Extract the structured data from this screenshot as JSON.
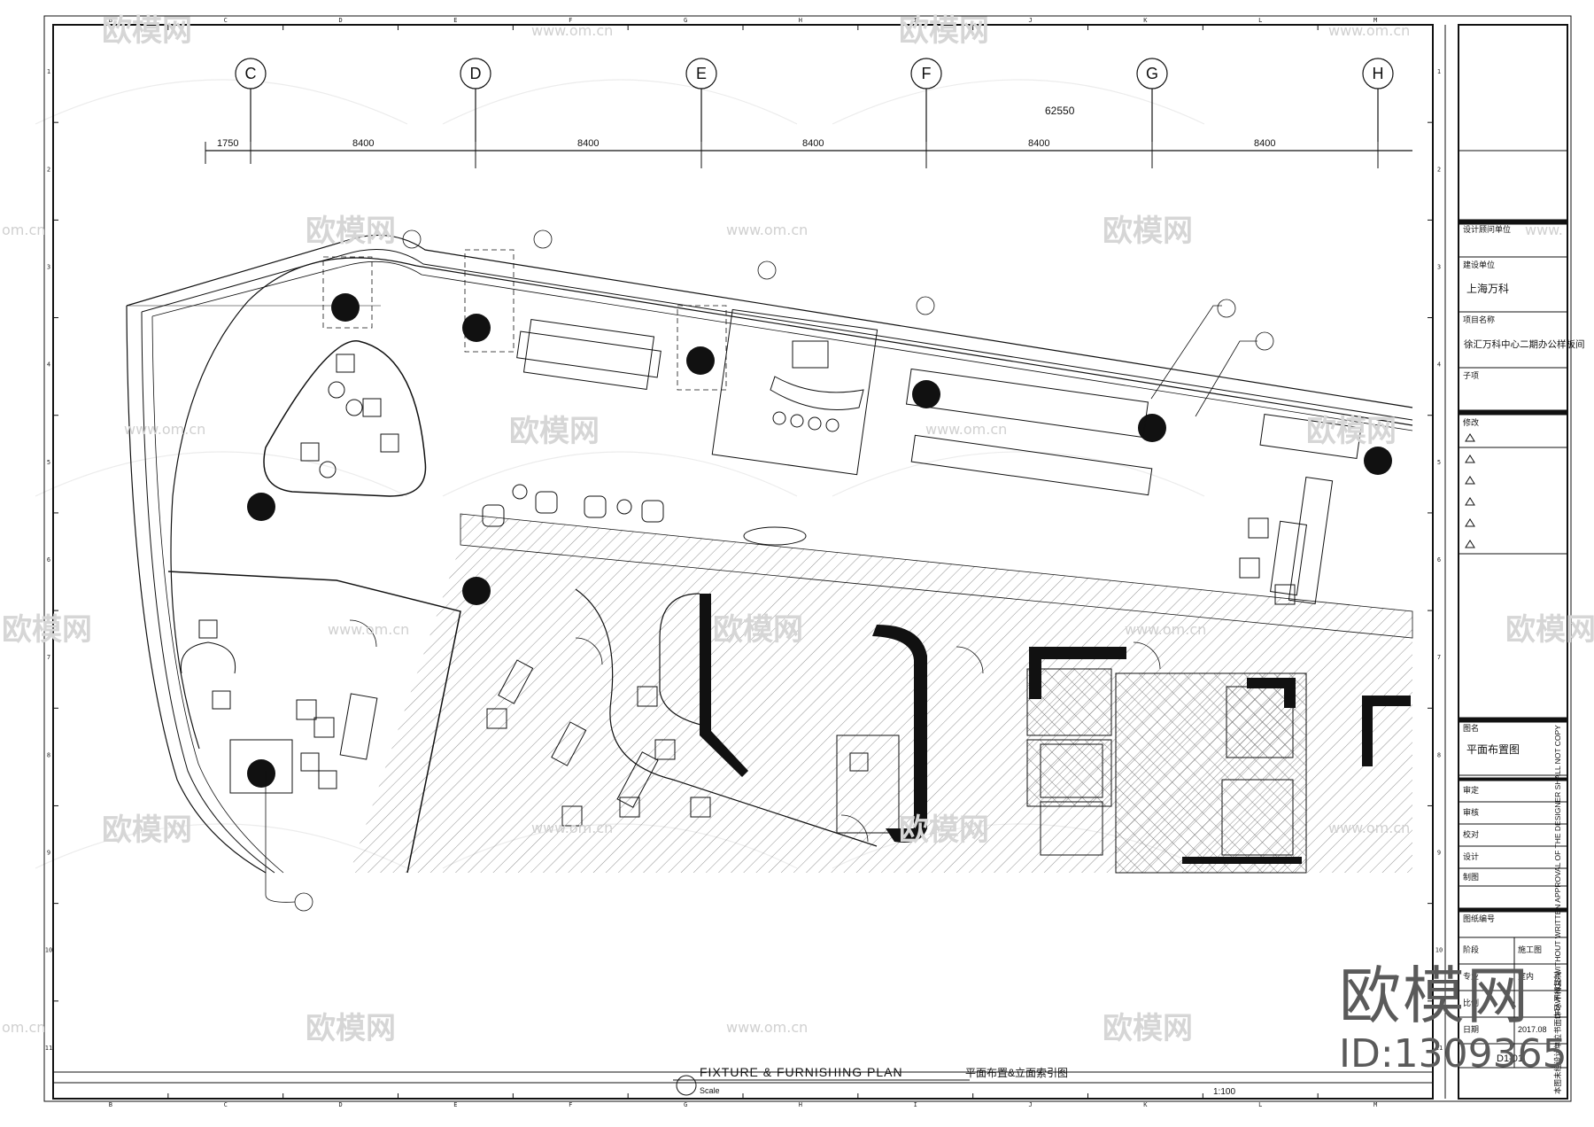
{
  "watermarks": {
    "brand_text": "欧模网",
    "url_text": "www.om.cn",
    "url_fragment_left": "om.cn",
    "url_fragment_right": "www.",
    "id_text": "ID:1309365"
  },
  "grid": {
    "top_col_letters": [
      "C",
      "D",
      "E",
      "F",
      "G",
      "H"
    ],
    "frame_col_letters": [
      "B",
      "C",
      "D",
      "E",
      "F",
      "G",
      "H",
      "I",
      "J",
      "K",
      "L",
      "M"
    ],
    "frame_row_numbers": [
      "1",
      "2",
      "3",
      "4",
      "5",
      "6",
      "7",
      "8",
      "9",
      "10",
      "11"
    ],
    "total_dimension": "62550",
    "segment_dimensions": [
      "1750",
      "8400",
      "8400",
      "8400",
      "8400",
      "8400"
    ]
  },
  "title_block": {
    "designer_label": "设计顾问单位",
    "client_label": "建设单位",
    "client_value": "上海万科",
    "project_label": "项目名称",
    "project_value": "徐汇万科中心二期办公样板间",
    "area_label": "子项",
    "revisions_label": "修改",
    "drawing_title_label": "图名",
    "drawing_title_value": "平面布置图",
    "approval_label": "审定",
    "review_label": "审核",
    "checker_label": "校对",
    "designer_person_label": "设计",
    "drawn_label": "制图",
    "drawing_number_label": "图纸编号",
    "stage_label": "阶段",
    "stage_value": "施工图",
    "specialty_label": "专业",
    "specialty_value": "室内",
    "scale_label": "比例",
    "date_label": "日期",
    "date_value": "2017.08",
    "sheet_no": "D1-01",
    "copyright_note": "DRAWINGS WITHOUT WRITTEN APPROVAL OF THE DESIGNER SHALL NOT COPY",
    "copyright_cn": "本图未经设计单位书面许可 不得复制"
  },
  "footer": {
    "plan_title_en": "FIXTURE & FURNISHING PLAN",
    "plan_title_cn": "平面布置&立面索引图",
    "scale_label": "Scale",
    "scale_value": "1:100"
  }
}
